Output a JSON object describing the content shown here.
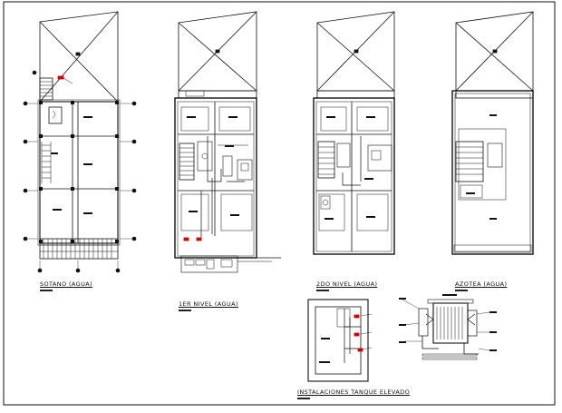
{
  "sheet": {
    "titles": {
      "sotano": "SOTANO (AGUA)",
      "nivel1": "1ER NIVEL (AGUA)",
      "nivel2": "2DO NIVEL (AGUA)",
      "azotea": "AZOTEA (AGUA)",
      "tanque": "INSTALACIONES TANQUE ELEVADO"
    },
    "colors": {
      "line": "#111111",
      "accent": "#d40000",
      "paper": "#ffffff"
    }
  }
}
